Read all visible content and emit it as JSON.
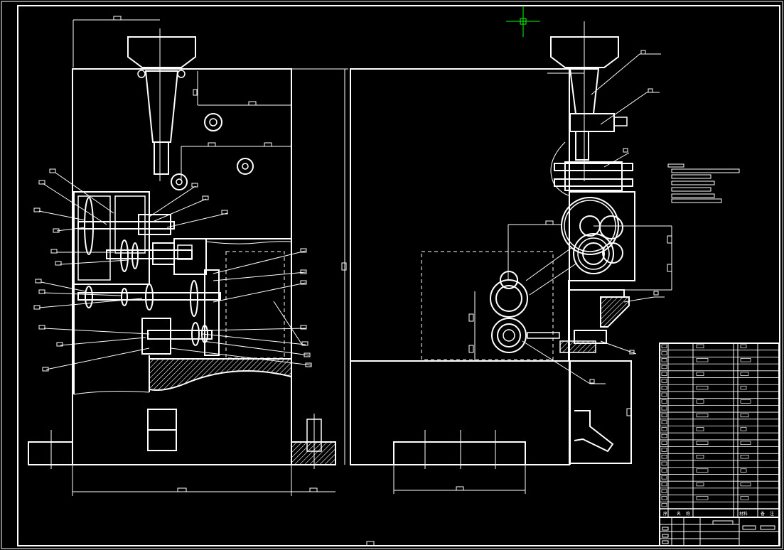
{
  "drawing": {
    "background": "#000000",
    "line_color": "#ffffff",
    "accent_color": "#00ff00",
    "views": [
      "front-view",
      "side-view"
    ],
    "title_block": {
      "header_cells": [
        "序",
        "名",
        "称",
        "材料",
        "备",
        "注"
      ]
    }
  }
}
